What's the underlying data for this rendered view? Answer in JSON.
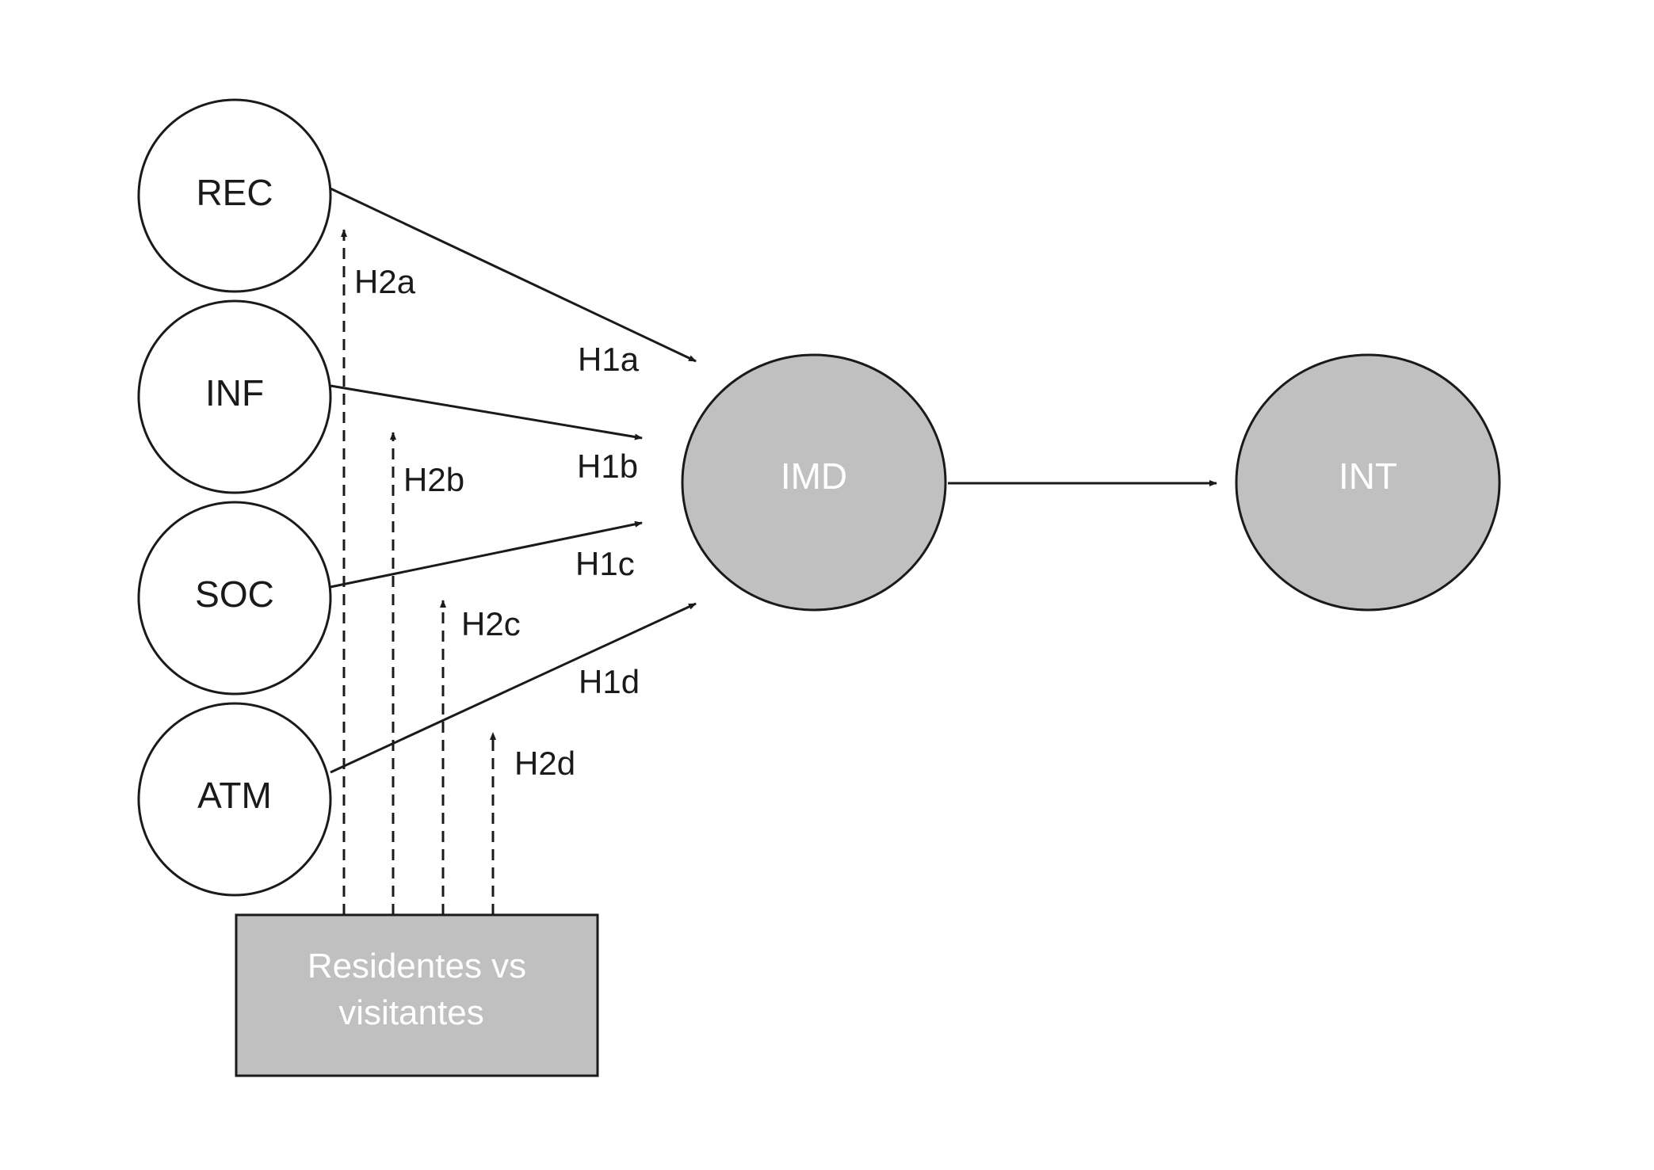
{
  "nodes": {
    "rec": "REC",
    "inf": "INF",
    "soc": "SOC",
    "atm": "ATM",
    "imd": "IMD",
    "int": "INT"
  },
  "moderator": {
    "line1": "Residentes vs",
    "line2": "visitantes"
  },
  "paths": {
    "h1a": "H1a",
    "h1b": "H1b",
    "h1c": "H1c",
    "h1d": "H1d",
    "h2a": "H2a",
    "h2b": "H2b",
    "h2c": "H2c",
    "h2d": "H2d"
  },
  "colors": {
    "outline": "#1a1a1a",
    "outcome_fill": "#c0c0c1",
    "moderator_fill": "#c0c0c1",
    "predictor_fill": "#ffffff"
  }
}
